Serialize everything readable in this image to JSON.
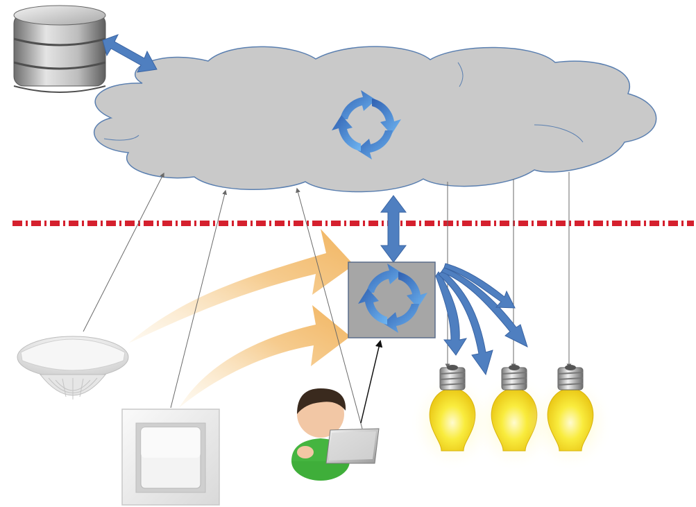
{
  "diagram": {
    "nodes": [
      {
        "id": "database",
        "icon": "database-icon"
      },
      {
        "id": "cloud",
        "icon": "cloud-icon"
      },
      {
        "id": "cloud-sync",
        "icon": "sync-icon"
      },
      {
        "id": "local-controller",
        "icon": "sync-icon"
      },
      {
        "id": "motion-sensor",
        "icon": "motion-sensor-icon"
      },
      {
        "id": "wall-switch",
        "icon": "light-switch-icon"
      },
      {
        "id": "user-laptop",
        "icon": "person-with-laptop-icon"
      },
      {
        "id": "bulb-1",
        "icon": "light-bulb-icon"
      },
      {
        "id": "bulb-2",
        "icon": "light-bulb-icon"
      },
      {
        "id": "bulb-3",
        "icon": "light-bulb-icon"
      }
    ],
    "boundary": {
      "style": "dash-dot",
      "color": "#d5202e"
    },
    "colors": {
      "cloud_fill": "#c9c9c9",
      "cloud_stroke": "#5a7fb0",
      "arrow_blue": "#4f7fc0",
      "arrow_orange": "#f2b05a",
      "bulb_yellow": "#f6e32a",
      "controller_box": "#a6a6a6",
      "person_shirt": "#3fae3a"
    }
  }
}
